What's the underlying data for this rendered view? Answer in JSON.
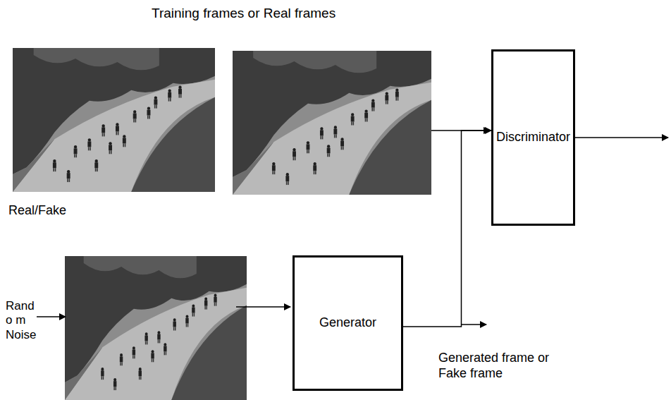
{
  "diagram": {
    "nodes": [
      {
        "text": [
          "Discriminator"
        ]
      },
      {
        "text": [
          "Generator"
        ]
      }
    ],
    "edges": [
      {
        "from": 1,
        "to": 0,
        "arrow": "to"
      }
    ],
    "labels": [
      "Training frames or Real frames",
      "Real/Fake",
      "Rando m Noise",
      "Generated frame or Fake frame"
    ]
  }
}
